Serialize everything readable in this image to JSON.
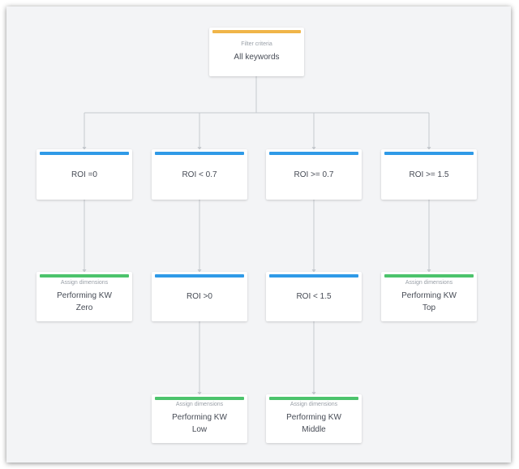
{
  "colors": {
    "filter_bar": "#f0b549",
    "condition_bar": "#2f9ae7",
    "assign_bar": "#4cc36c",
    "connector": "#c6cacf"
  },
  "root": {
    "caption": "Filter criteria",
    "label": "All keywords"
  },
  "level1": [
    {
      "label": "ROI =0"
    },
    {
      "label": "ROI < 0.7"
    },
    {
      "label": "ROI >= 0.7"
    },
    {
      "label": "ROI >= 1.5"
    }
  ],
  "level2": [
    {
      "caption": "Assign dimensions",
      "label_line1": "Performing KW",
      "label_line2": "Zero"
    },
    {
      "label": "ROI >0"
    },
    {
      "label": "ROI < 1.5"
    },
    {
      "caption": "Assign dimensions",
      "label_line1": "Performing KW",
      "label_line2": "Top"
    }
  ],
  "level3": [
    {
      "caption": "Assign dimensions",
      "label_line1": "Performing KW",
      "label_line2": "Low"
    },
    {
      "caption": "Assign dimensions",
      "label_line1": "Performing KW",
      "label_line2": "Middle"
    }
  ]
}
